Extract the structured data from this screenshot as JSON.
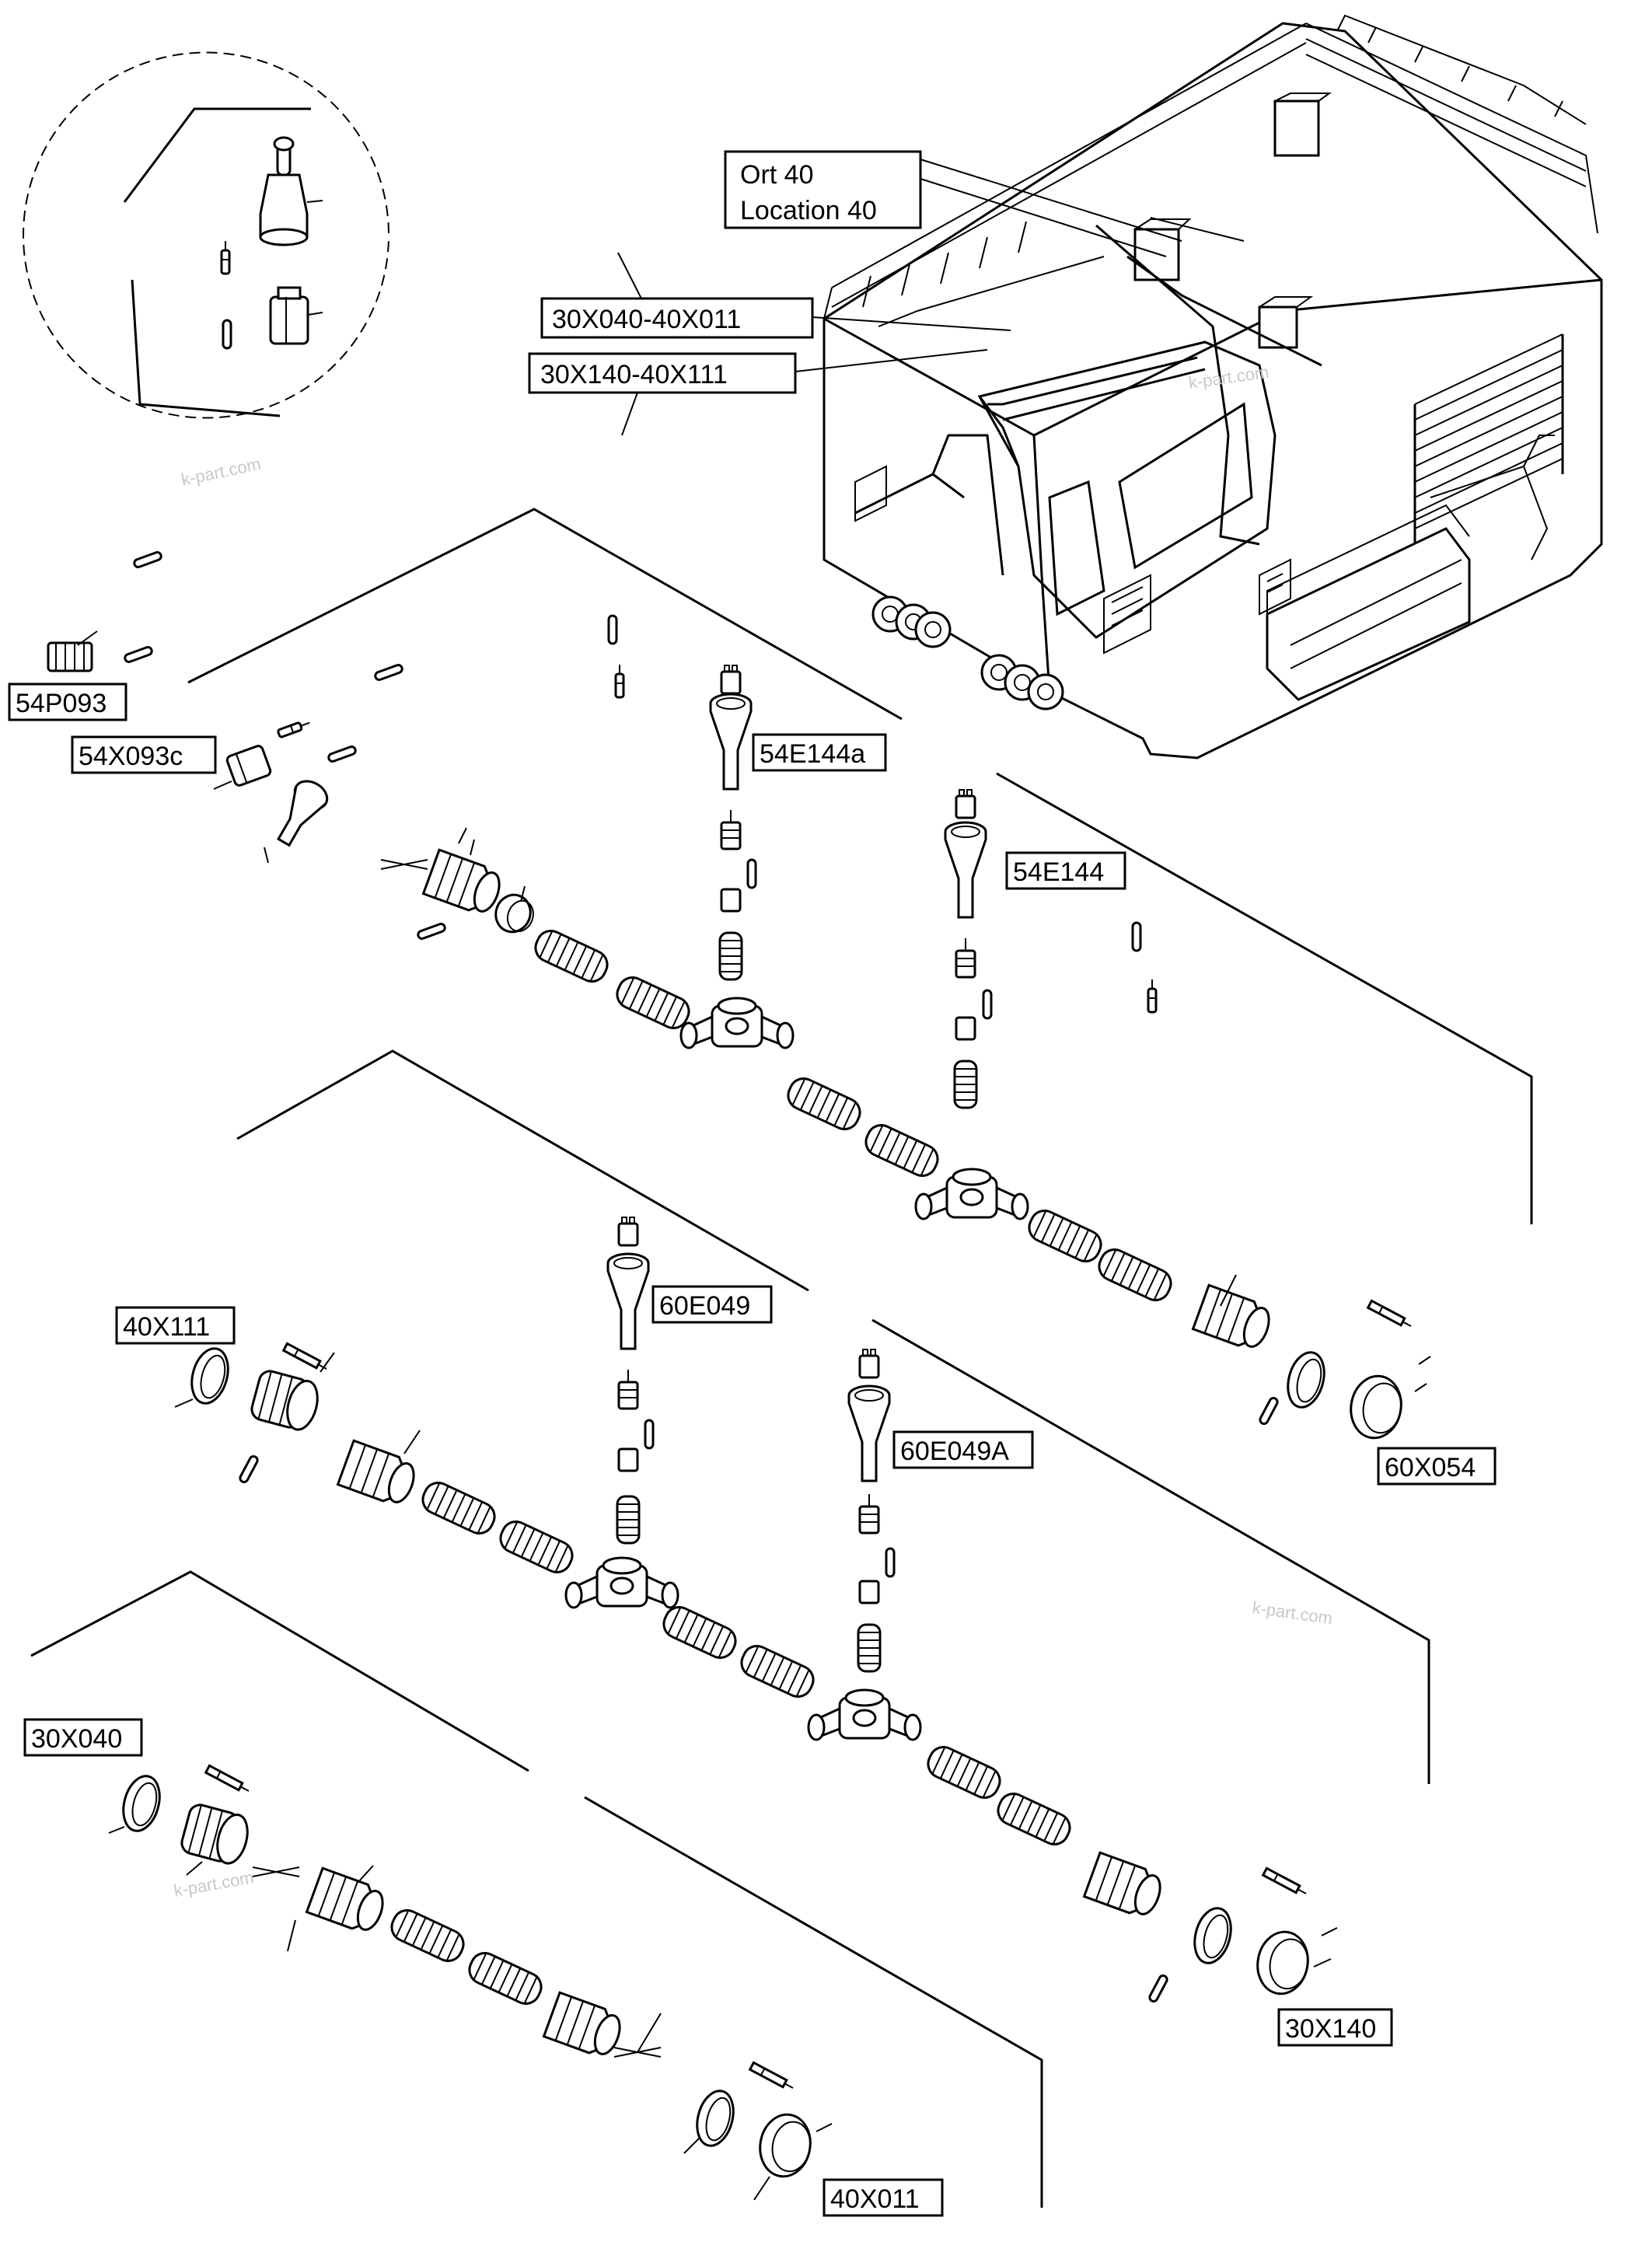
{
  "diagram": {
    "location_box": {
      "line1": "Ort 40",
      "line2": "Location 40"
    },
    "labels": {
      "cable_a": "30X040-40X011",
      "cable_b": "30X140-40X111",
      "p093": "54P093",
      "x093c": "54X093c",
      "e144a": "54E144a",
      "e144": "54E144",
      "e049": "60E049",
      "e049a": "60E049A",
      "x111": "40X111",
      "x054": "60X054",
      "x040": "30X040",
      "x140": "30X140",
      "x011": "40X011"
    },
    "watermark": "k-part.com",
    "colors": {
      "line": "#000000",
      "background": "#ffffff",
      "watermark": "#c8c8c8"
    }
  }
}
